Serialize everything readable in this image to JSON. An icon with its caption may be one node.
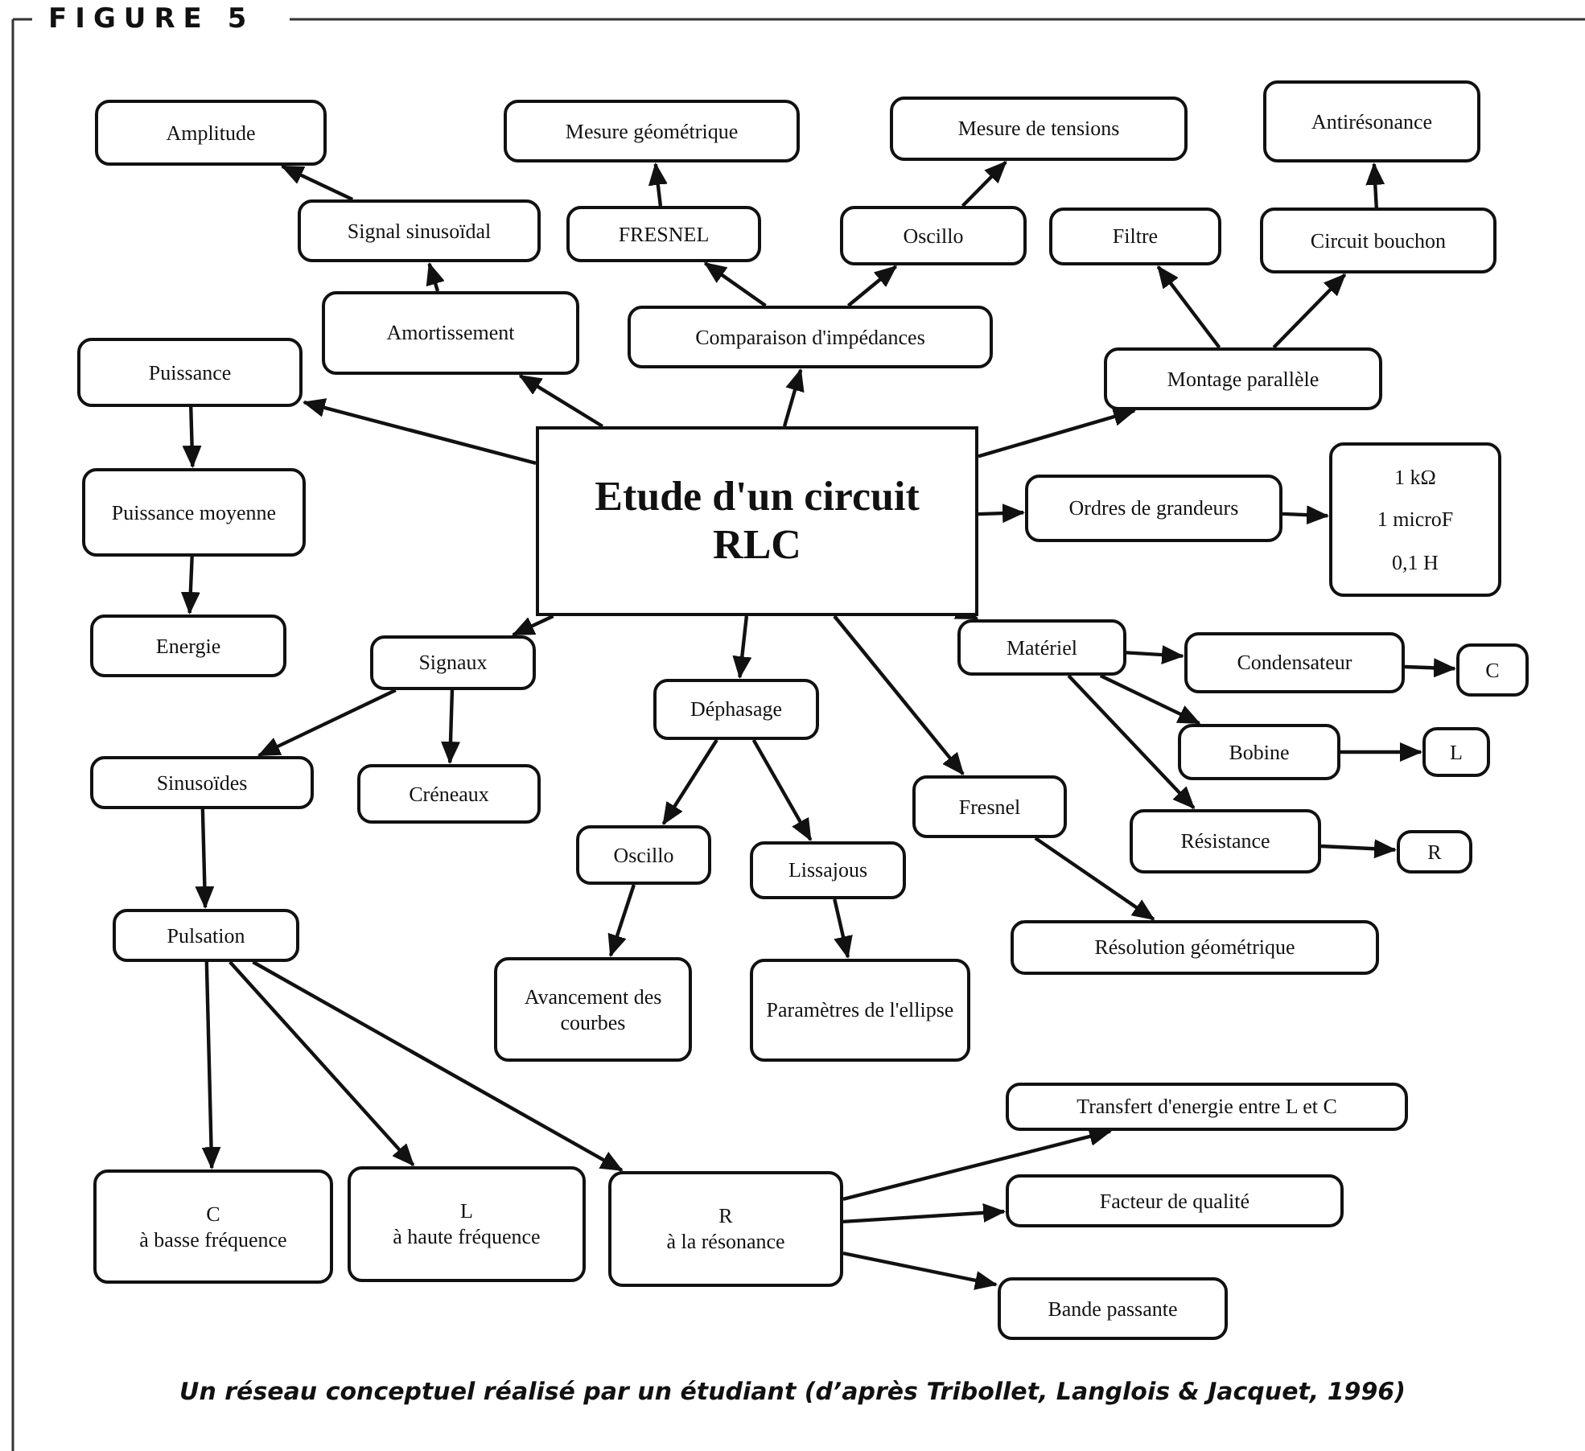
{
  "diagram": {
    "title": "FIGURE 5",
    "caption": "Un réseau conceptuel réalisé par un étudiant (d’après Tribollet, Langlois & Jacquet, 1996)",
    "nodes": [
      {
        "text": [
          "Etude d'un circuit RLC"
        ]
      },
      {
        "text": [
          "Amplitude"
        ]
      },
      {
        "text": [
          "Signal sinusoïdal"
        ]
      },
      {
        "text": [
          "Amortissement"
        ]
      },
      {
        "text": [
          "Mesure géométrique"
        ]
      },
      {
        "text": [
          "FRESNEL"
        ]
      },
      {
        "text": [
          "Comparaison d'impédances"
        ]
      },
      {
        "text": [
          "Mesure de tensions"
        ]
      },
      {
        "text": [
          "Oscillo"
        ]
      },
      {
        "text": [
          "Filtre"
        ]
      },
      {
        "text": [
          "Antirésonance"
        ]
      },
      {
        "text": [
          "Circuit bouchon"
        ]
      },
      {
        "text": [
          "Montage parallèle"
        ]
      },
      {
        "text": [
          "Puissance"
        ]
      },
      {
        "text": [
          "Puissance moyenne"
        ]
      },
      {
        "text": [
          "Energie"
        ]
      },
      {
        "text": [
          "Ordres de grandeurs"
        ]
      },
      {
        "text": [
          "1 kΩ",
          "1 microF",
          "0,1 H"
        ]
      },
      {
        "text": [
          "Signaux"
        ]
      },
      {
        "text": [
          "Déphasage"
        ]
      },
      {
        "text": [
          "Matériel"
        ]
      },
      {
        "text": [
          "Condensateur"
        ]
      },
      {
        "text": [
          "C"
        ]
      },
      {
        "text": [
          "Bobine"
        ]
      },
      {
        "text": [
          "L"
        ]
      },
      {
        "text": [
          "Sinusoïdes"
        ]
      },
      {
        "text": [
          "Créneaux"
        ]
      },
      {
        "text": [
          "Fresnel"
        ]
      },
      {
        "text": [
          "Oscillo"
        ]
      },
      {
        "text": [
          "Lissajous"
        ]
      },
      {
        "text": [
          "Résistance"
        ]
      },
      {
        "text": [
          "R"
        ]
      },
      {
        "text": [
          "Pulsation"
        ]
      },
      {
        "text": [
          "Résolution géométrique"
        ]
      },
      {
        "text": [
          "Avancement des courbes"
        ]
      },
      {
        "text": [
          "Paramètres de l'ellipse"
        ]
      },
      {
        "text": [
          "Transfert d'energie entre L et C"
        ]
      },
      {
        "text": [
          "C",
          "à basse fréquence"
        ]
      },
      {
        "text": [
          "L",
          "à haute fréquence"
        ]
      },
      {
        "text": [
          "R",
          "à la résonance"
        ]
      },
      {
        "text": [
          "Facteur de qualité"
        ]
      },
      {
        "text": [
          "Bande passante"
        ]
      }
    ],
    "edges": [
      {
        "from": 0,
        "to": 3,
        "arrow": "to"
      },
      {
        "from": 3,
        "to": 2,
        "arrow": "to"
      },
      {
        "from": 2,
        "to": 1,
        "arrow": "to"
      },
      {
        "from": 0,
        "to": 6,
        "arrow": "to"
      },
      {
        "from": 6,
        "to": 5,
        "arrow": "to"
      },
      {
        "from": 5,
        "to": 4,
        "arrow": "to"
      },
      {
        "from": 6,
        "to": 8,
        "arrow": "to"
      },
      {
        "from": 8,
        "to": 7,
        "arrow": "to"
      },
      {
        "from": 0,
        "to": 12,
        "arrow": "to"
      },
      {
        "from": 12,
        "to": 9,
        "arrow": "to"
      },
      {
        "from": 12,
        "to": 11,
        "arrow": "to"
      },
      {
        "from": 11,
        "to": 10,
        "arrow": "to"
      },
      {
        "from": 0,
        "to": 13,
        "arrow": "to"
      },
      {
        "from": 13,
        "to": 14,
        "arrow": "to"
      },
      {
        "from": 14,
        "to": 15,
        "arrow": "to"
      },
      {
        "from": 0,
        "to": 16,
        "arrow": "to"
      },
      {
        "from": 16,
        "to": 17,
        "arrow": "to"
      },
      {
        "from": 0,
        "to": 18,
        "arrow": "to"
      },
      {
        "from": 18,
        "to": 25,
        "arrow": "to"
      },
      {
        "from": 18,
        "to": 26,
        "arrow": "to"
      },
      {
        "from": 25,
        "to": 32,
        "arrow": "to"
      },
      {
        "from": 0,
        "to": 19,
        "arrow": "to"
      },
      {
        "from": 19,
        "to": 28,
        "arrow": "to"
      },
      {
        "from": 19,
        "to": 29,
        "arrow": "to"
      },
      {
        "from": 28,
        "to": 34,
        "arrow": "to"
      },
      {
        "from": 29,
        "to": 35,
        "arrow": "to"
      },
      {
        "from": 0,
        "to": 27,
        "arrow": "to"
      },
      {
        "from": 27,
        "to": 33,
        "arrow": "to"
      },
      {
        "from": 0,
        "to": 20,
        "arrow": "to"
      },
      {
        "from": 20,
        "to": 21,
        "arrow": "to"
      },
      {
        "from": 21,
        "to": 22,
        "arrow": "to"
      },
      {
        "from": 20,
        "to": 23,
        "arrow": "to"
      },
      {
        "from": 23,
        "to": 24,
        "arrow": "to"
      },
      {
        "from": 20,
        "to": 30,
        "arrow": "to"
      },
      {
        "from": 30,
        "to": 31,
        "arrow": "to"
      },
      {
        "from": 32,
        "to": 37,
        "arrow": "to"
      },
      {
        "from": 32,
        "to": 38,
        "arrow": "to"
      },
      {
        "from": 32,
        "to": 39,
        "arrow": "to"
      },
      {
        "from": 39,
        "to": 36,
        "arrow": "to"
      },
      {
        "from": 39,
        "to": 40,
        "arrow": "to"
      },
      {
        "from": 39,
        "to": 41,
        "arrow": "to"
      }
    ]
  }
}
